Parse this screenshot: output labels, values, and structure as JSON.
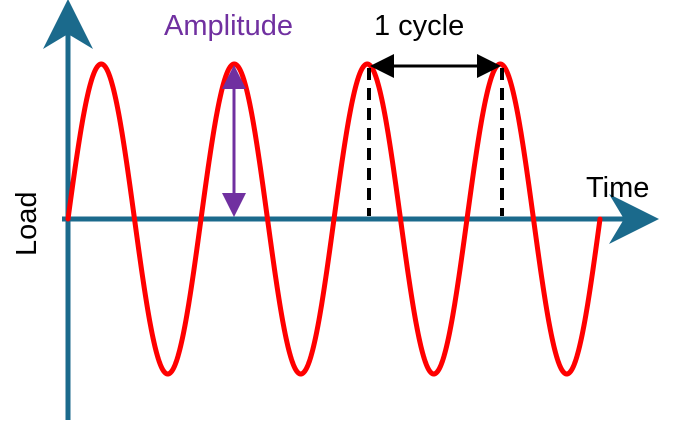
{
  "labels": {
    "amplitude": "Amplitude",
    "cycle": "1 cycle",
    "x_axis": "Time",
    "y_axis": "Load"
  },
  "colors": {
    "axis": "#1b6a8c",
    "wave": "#ff0000",
    "amplitude": "#7030a0",
    "annotation": "#000000",
    "text": "#000000"
  },
  "wave": {
    "shape": "sine",
    "cycles_shown": 4,
    "starts_at": "zero, rising"
  }
}
